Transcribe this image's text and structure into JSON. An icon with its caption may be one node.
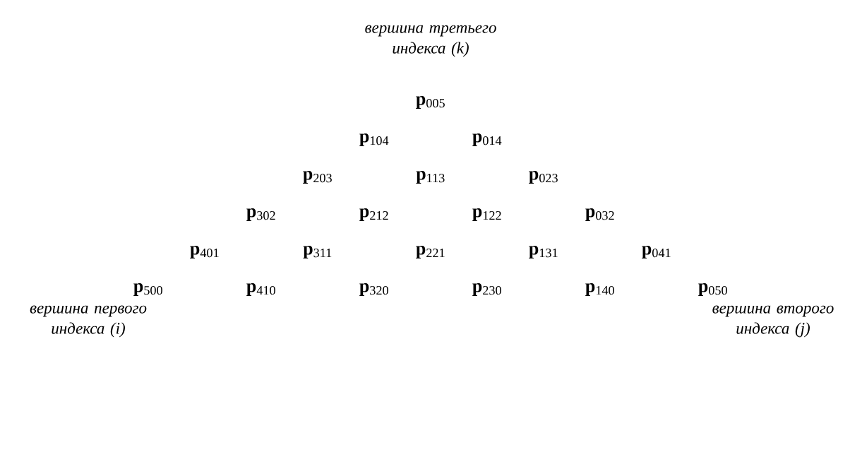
{
  "diagram": {
    "labels": [
      "вершина третьего индекса (k)",
      "**p**$_{005}$",
      "**p**$_{104}$",
      "**p**$_{014}$",
      "**p**$_{203}$",
      "**p**$_{113}$",
      "**p**$_{023}$",
      "**p**$_{302}$",
      "**p**$_{212}$",
      "**p**$_{122}$",
      "**p**$_{032}$",
      "**p**$_{401}$",
      "**p**$_{311}$",
      "**p**$_{221}$",
      "**p**$_{131}$",
      "**p**$_{041}$",
      "**p**$_{500}$",
      "**p**$_{410}$",
      "**p**$_{320}$",
      "**p**$_{230}$",
      "**p**$_{140}$",
      "**p**$_{050}$",
      "вершина первого индекса (i)",
      "вершина второго индекса (j)"
    ]
  }
}
